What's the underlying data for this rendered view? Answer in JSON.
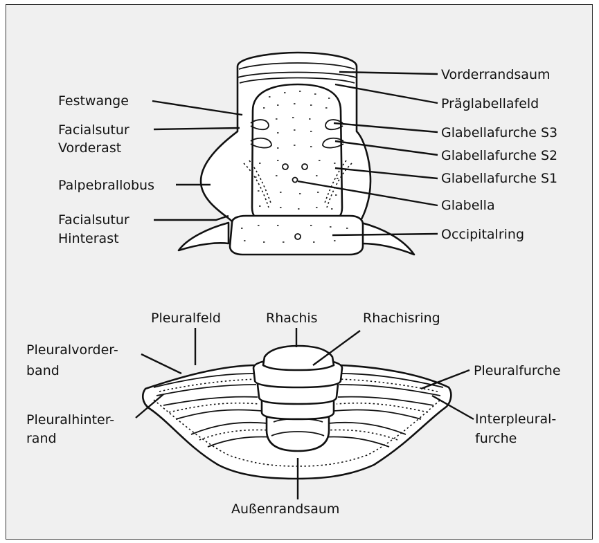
{
  "cephalon_labels": {
    "vorderrandsaum": "Vorderrandsaum",
    "praeglabellafeld": "Präglabellafeld",
    "festwange": "Festwange",
    "facialsutur_vorderast_1": "Facialsutur",
    "facialsutur_vorderast_2": "Vorderast",
    "glabellafurche_s3": "Glabellafurche S3",
    "glabellafurche_s2": "Glabellafurche S2",
    "glabellafurche_s1": "Glabellafurche S1",
    "palpebrallobus": "Palpebrallobus",
    "glabella": "Glabella",
    "facialsutur_hinterast_1": "Facialsutur",
    "facialsutur_hinterast_2": "Hinterast",
    "occipitalring": "Occipitalring"
  },
  "thorax_labels": {
    "pleuralfeld": "Pleuralfeld",
    "rhachis": "Rhachis",
    "rhachisring": "Rhachisring",
    "pleuralvorderband_1": "Pleuralvorder-",
    "pleuralvorderband_2": "band",
    "pleuralfurche": "Pleuralfurche",
    "pleuralhinterrand_1": "Pleuralhinter-",
    "pleuralhinterrand_2": "rand",
    "interpleuralfurche_1": "Interpleural-",
    "interpleuralfurche_2": "furche",
    "aussenrandsaum": "Außenrandsaum"
  }
}
